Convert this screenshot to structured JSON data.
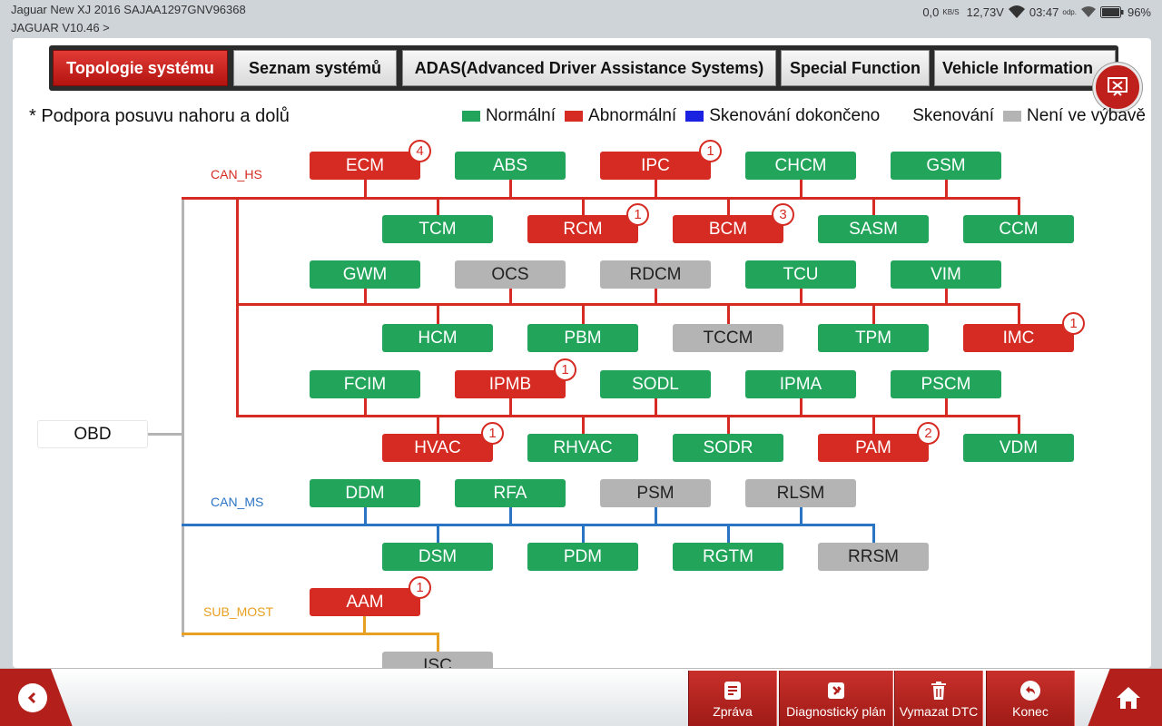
{
  "status": {
    "vehicle": "Jaguar  New XJ 2016  SAJAA1297GNV96368",
    "version": "JAGUAR V10.46 >",
    "speed": "0,0",
    "speed_unit": "KB/S",
    "voltage": "12,73V",
    "time": "03:47",
    "time_suffix": "odp.",
    "battery": "96%"
  },
  "tabs": [
    {
      "label": "Topologie systému",
      "active": true
    },
    {
      "label": "Seznam systémů",
      "active": false
    },
    {
      "label": "ADAS(Advanced Driver Assistance Systems)",
      "active": false
    },
    {
      "label": "Special Function",
      "active": false
    },
    {
      "label": "Vehicle Information",
      "active": false
    }
  ],
  "note": "* Podpora posuvu nahoru a dolů",
  "legend": [
    {
      "label": "Normální",
      "color": "#22a55b"
    },
    {
      "label": "Abnormální",
      "color": "#d52b23"
    },
    {
      "label": "Skenování dokončeno",
      "color": "#1a21e0"
    },
    {
      "label": "Skenování",
      "color": "#ffffff"
    },
    {
      "label": "Není ve výbavě",
      "color": "#b4b4b4"
    }
  ],
  "topology": {
    "root": "OBD",
    "buses": [
      {
        "name": "CAN_HS",
        "color": "#d52b23"
      },
      {
        "name": "CAN_MS",
        "color": "#2a74c4"
      },
      {
        "name": "SUB_MOST",
        "color": "#e8a020"
      }
    ],
    "modules": [
      {
        "name": "ECM",
        "status": "abnormal",
        "faults": "4"
      },
      {
        "name": "ABS",
        "status": "normal"
      },
      {
        "name": "IPC",
        "status": "abnormal",
        "faults": "1"
      },
      {
        "name": "CHCM",
        "status": "normal"
      },
      {
        "name": "GSM",
        "status": "normal"
      },
      {
        "name": "TCM",
        "status": "normal"
      },
      {
        "name": "RCM",
        "status": "abnormal",
        "faults": "1"
      },
      {
        "name": "BCM",
        "status": "abnormal",
        "faults": "3"
      },
      {
        "name": "SASM",
        "status": "normal"
      },
      {
        "name": "CCM",
        "status": "normal"
      },
      {
        "name": "GWM",
        "status": "normal"
      },
      {
        "name": "OCS",
        "status": "na"
      },
      {
        "name": "RDCM",
        "status": "na"
      },
      {
        "name": "TCU",
        "status": "normal"
      },
      {
        "name": "VIM",
        "status": "normal"
      },
      {
        "name": "HCM",
        "status": "normal"
      },
      {
        "name": "PBM",
        "status": "normal"
      },
      {
        "name": "TCCM",
        "status": "na"
      },
      {
        "name": "TPM",
        "status": "normal"
      },
      {
        "name": "IMC",
        "status": "abnormal",
        "faults": "1"
      },
      {
        "name": "FCIM",
        "status": "normal"
      },
      {
        "name": "IPMB",
        "status": "abnormal",
        "faults": "1"
      },
      {
        "name": "SODL",
        "status": "normal"
      },
      {
        "name": "IPMA",
        "status": "normal"
      },
      {
        "name": "PSCM",
        "status": "normal"
      },
      {
        "name": "HVAC",
        "status": "abnormal",
        "faults": "1"
      },
      {
        "name": "RHVAC",
        "status": "normal"
      },
      {
        "name": "SODR",
        "status": "normal"
      },
      {
        "name": "PAM",
        "status": "abnormal",
        "faults": "2"
      },
      {
        "name": "VDM",
        "status": "normal"
      },
      {
        "name": "DDM",
        "status": "normal"
      },
      {
        "name": "RFA",
        "status": "normal"
      },
      {
        "name": "PSM",
        "status": "na"
      },
      {
        "name": "RLSM",
        "status": "na"
      },
      {
        "name": "DSM",
        "status": "normal"
      },
      {
        "name": "PDM",
        "status": "normal"
      },
      {
        "name": "RGTM",
        "status": "normal"
      },
      {
        "name": "RRSM",
        "status": "na"
      },
      {
        "name": "AAM",
        "status": "abnormal",
        "faults": "1"
      },
      {
        "name": "ISC",
        "status": "na"
      }
    ]
  },
  "actions": [
    {
      "label": "Zpráva",
      "icon": "report-icon"
    },
    {
      "label": "Diagnostický plán",
      "icon": "diagnostic-plan-icon"
    },
    {
      "label": "Vymazat DTC",
      "icon": "trash-icon"
    },
    {
      "label": "Konec",
      "icon": "exit-icon"
    }
  ]
}
